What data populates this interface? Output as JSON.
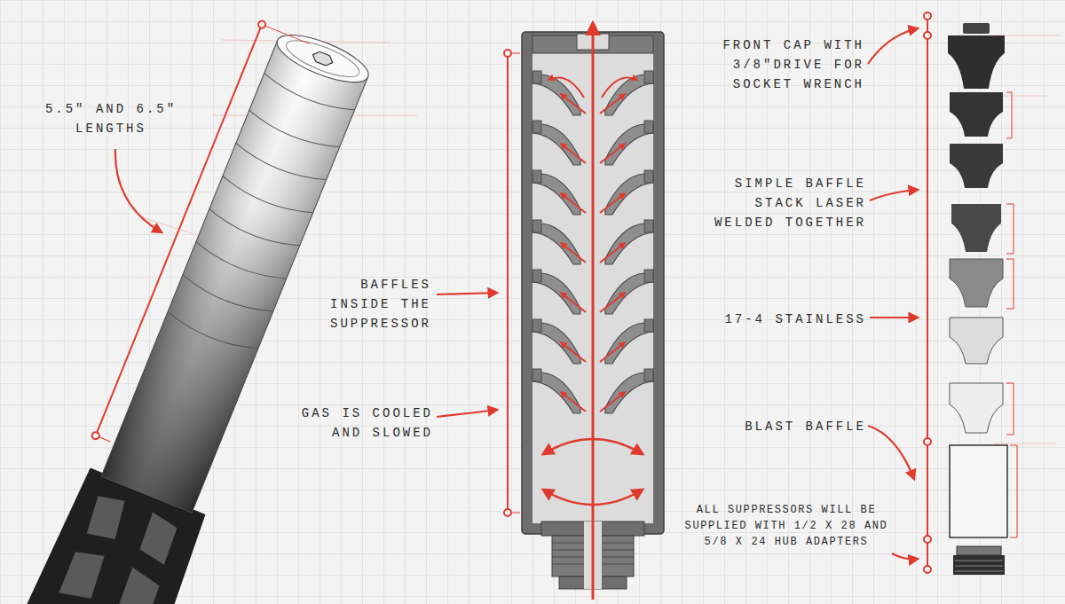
{
  "diagram": {
    "labels": [
      "5.5\" AND 6.5\" LENGTHS",
      "BAFFLES INSIDE THE SUPPRESSOR",
      "GAS IS COOLED AND SLOWED",
      "FRONT CAP WITH 3/8\"DRIVE FOR SOCKET WRENCH",
      "SIMPLE BAFFLE STACK LASER WELDED TOGETHER",
      "17-4 STAINLESS",
      "BLAST BAFFLE",
      "ALL SUPPRESSORS WILL BE SUPPLIED WITH 1/2 X 28 AND 5/8 X 24 HUB ADAPTERS"
    ]
  }
}
